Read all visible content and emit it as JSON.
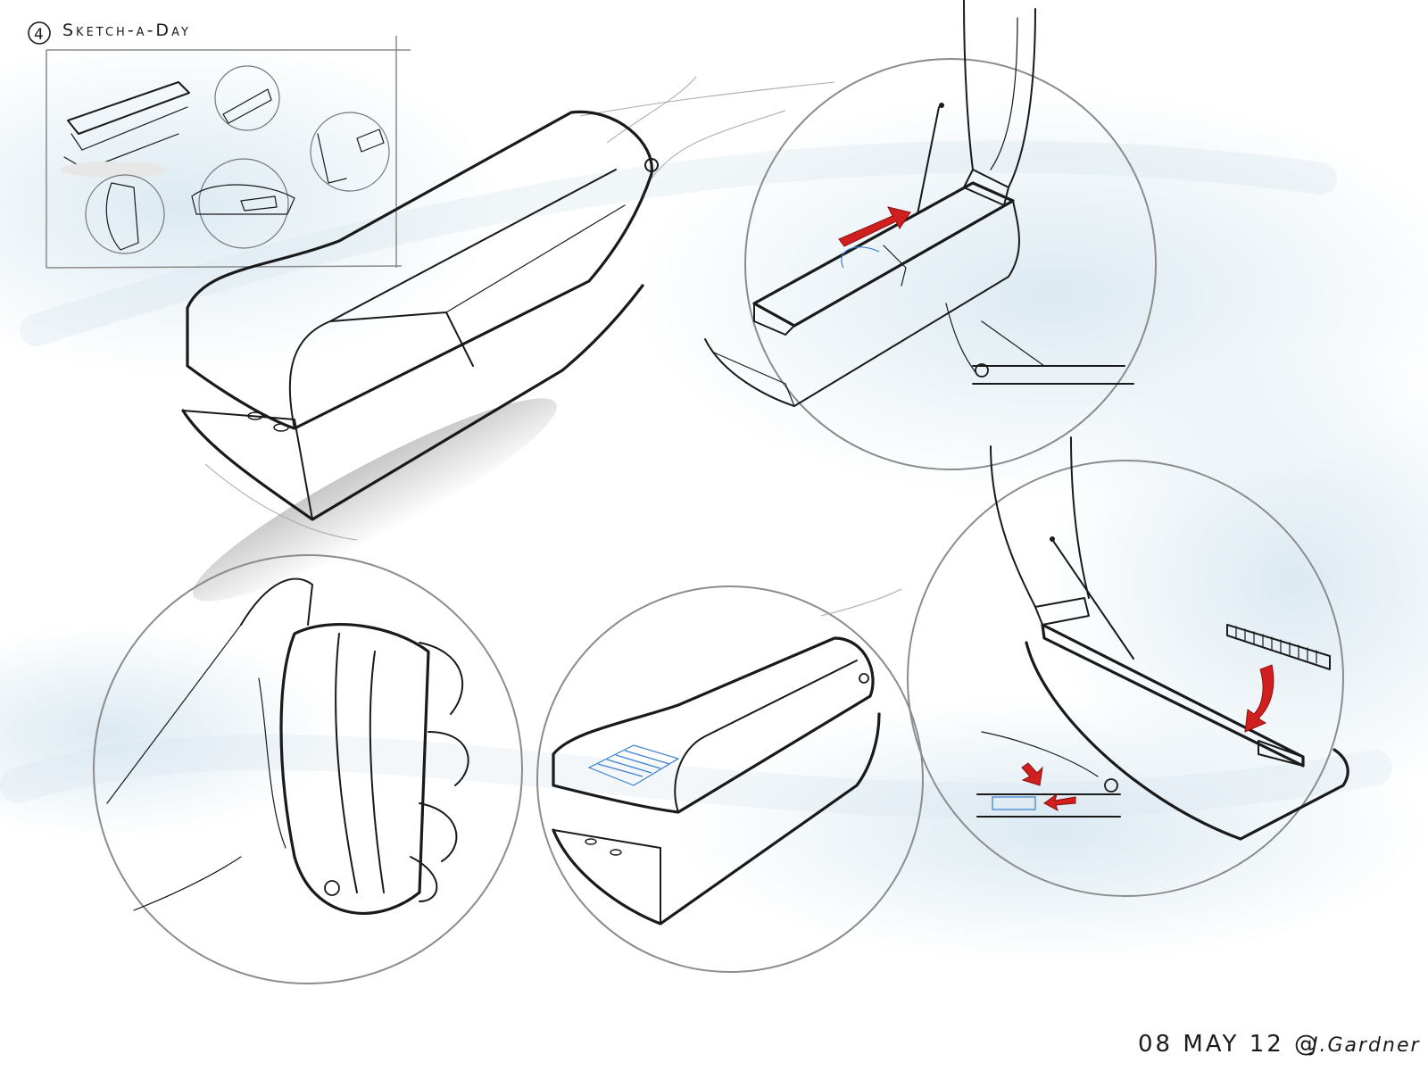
{
  "header": {
    "number": "4",
    "title": "Sketch-a-Day"
  },
  "footer": {
    "date": "08 MAY 12 @",
    "signature": "J.Gardner"
  },
  "colors": {
    "background": "#ffffff",
    "wash": "#d6e6ef",
    "ink": "#1a1a1a",
    "accent_red": "#d11f1f",
    "accent_blue": "#3a7fd0",
    "circle_stroke": "#8c8c8c"
  },
  "icons": {
    "number_badge": "circled-number-icon",
    "arrows": "red-arrow-icon"
  }
}
